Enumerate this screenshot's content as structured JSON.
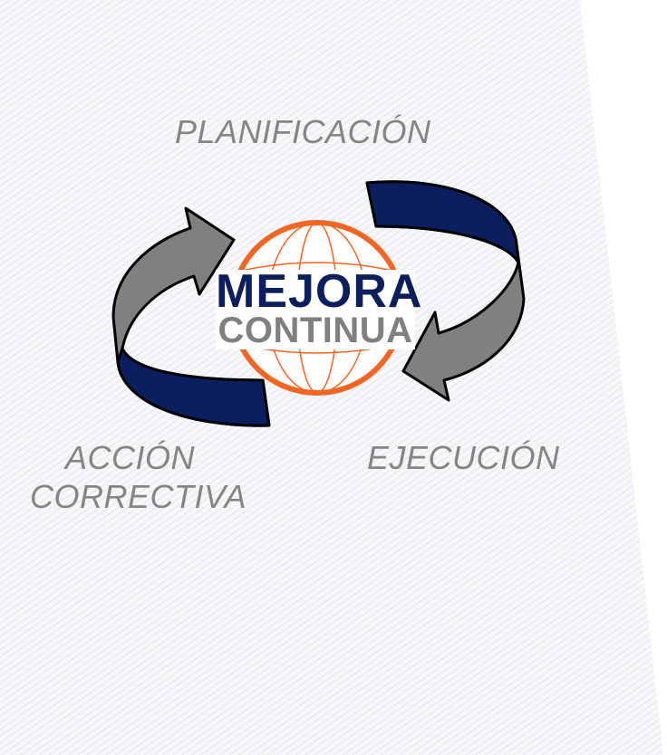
{
  "diagram": {
    "center": {
      "line1": "MEJORA",
      "line2": "CONTINUA"
    },
    "stages": {
      "planning": "PLANIFICACIÓN",
      "execution": "EJECUCIÓN",
      "corrective_line1": "ACCIÓN",
      "corrective_line2": "CORRECTIVA"
    },
    "colors": {
      "navy": "#0b1f5e",
      "gray_arrow": "#808080",
      "orange": "#f26522",
      "label": "#858585"
    }
  }
}
